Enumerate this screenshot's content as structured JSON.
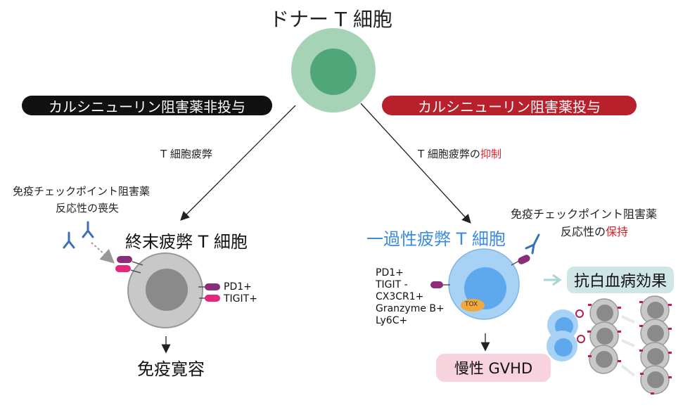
{
  "title": "ドナー T 細胞",
  "left_branch": {
    "banner": "カルシニューリン阻害薬非投与",
    "arrow_label": "T 細胞疲弊",
    "loss_line1": "免疫チェックポイント阻害薬",
    "loss_line2": "反応性の喪失",
    "cell_label": "終末疲弊 T 細胞",
    "marker1": "PD1+",
    "marker2": "TIGIT+",
    "outcome": "免疫寛容"
  },
  "right_branch": {
    "banner": "カルシニューリン阻害薬投与",
    "arrow_label_prefix": "T 細胞疲弊の",
    "arrow_label_emph": "抑制",
    "keep_line1": "免疫チェックポイント阻害薬",
    "keep_line2_prefix": "反応性の",
    "keep_line2_emph": "保持",
    "cell_label": "一過性疲弊 T 細胞",
    "markers": [
      "PD1+",
      "TIGIT -",
      "CX3CR1+",
      "Granzyme B+",
      "Ly6C+"
    ],
    "tox_label": "TOX",
    "effect_label": "抗白血病効果",
    "outcome": "慢性 GVHD"
  },
  "colors": {
    "donor_outer": "#a6d3b5",
    "donor_inner": "#4fa677",
    "banner_left": "#111111",
    "banner_right": "#b8202c",
    "gray_outer": "#c8c8c8",
    "gray_inner": "#8a8a8a",
    "blue_outer": "#a7d1f5",
    "blue_inner": "#5ea8ee",
    "purple": "#8a2e7a",
    "pink": "#e5267d",
    "tox": "#f0a93a",
    "effect_bg": "#cfe5e6",
    "gvhd_bg": "#f7d3de"
  }
}
